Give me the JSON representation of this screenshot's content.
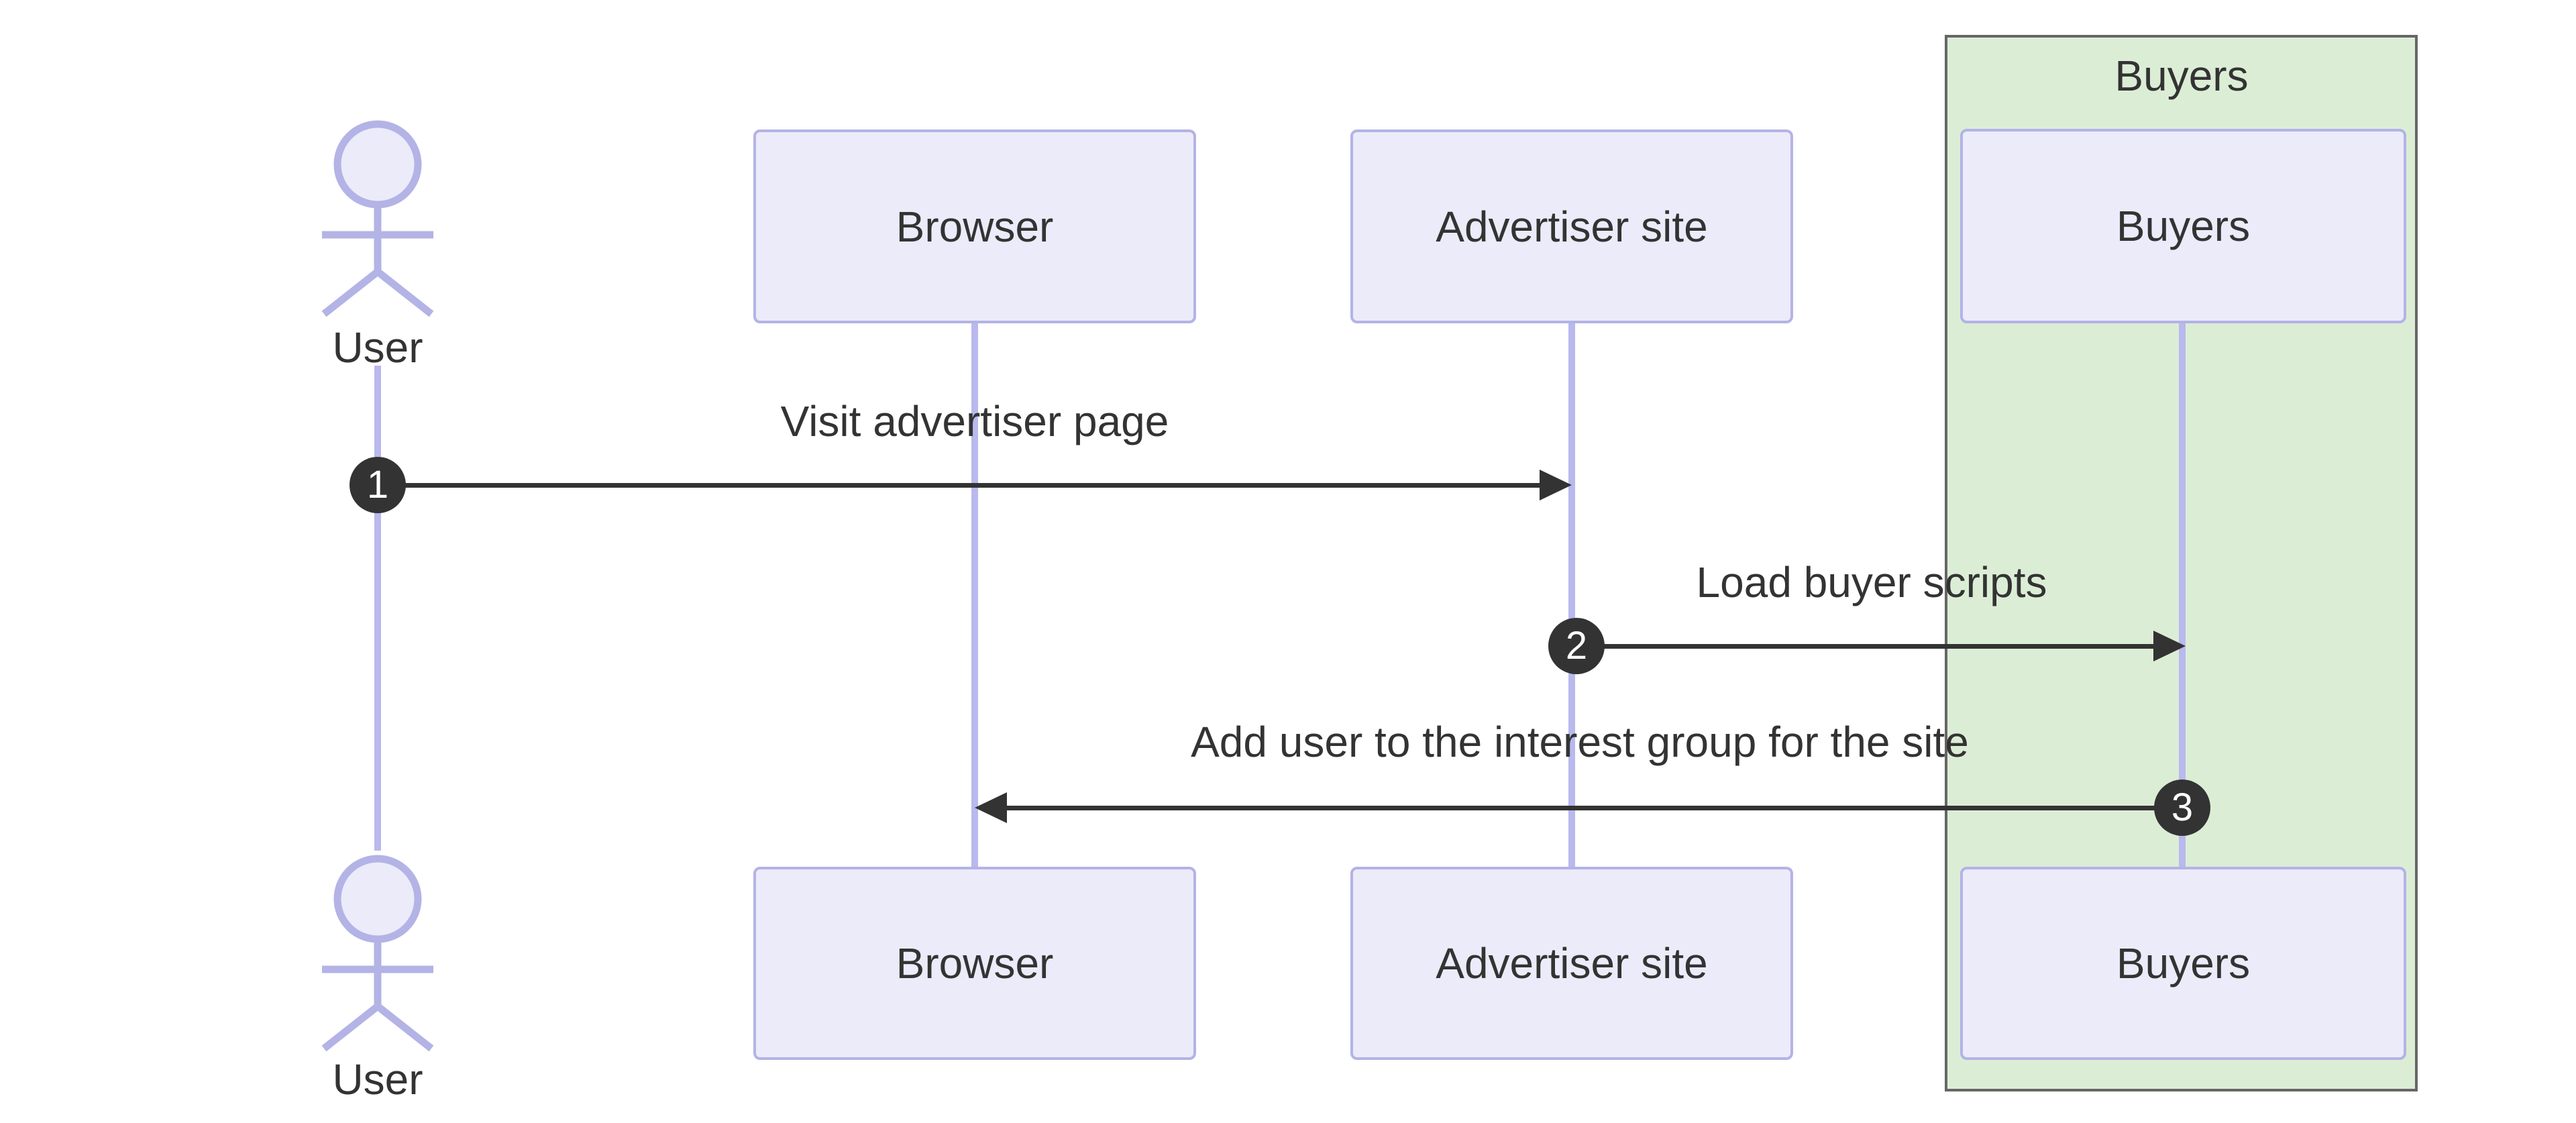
{
  "diagram": {
    "type": "sequence-diagram",
    "actor": {
      "name": "User"
    },
    "participants": [
      {
        "id": "browser",
        "label": "Browser"
      },
      {
        "id": "advertiser",
        "label": "Advertiser site"
      },
      {
        "id": "buyers",
        "label": "Buyers"
      }
    ],
    "group": {
      "label": "Buyers",
      "contains": [
        "buyers"
      ]
    },
    "messages": [
      {
        "seq": "1",
        "from": "User",
        "to": "Advertiser site",
        "label": "Visit advertiser page"
      },
      {
        "seq": "2",
        "from": "Advertiser site",
        "to": "Buyers",
        "label": "Load buyer scripts"
      },
      {
        "seq": "3",
        "from": "Buyers",
        "to": "Browser",
        "label": "Add user to the interest group for the site"
      }
    ],
    "colors": {
      "participant_fill": "#EBEBFA",
      "participant_border": "#B3B3E6",
      "lifeline": "#B9B9EE",
      "group_fill": "#DCEDD6",
      "group_border": "#666666",
      "arrow": "#333333",
      "badge_fill": "#333333",
      "badge_text": "#FFFFFF",
      "text": "#333333"
    }
  }
}
